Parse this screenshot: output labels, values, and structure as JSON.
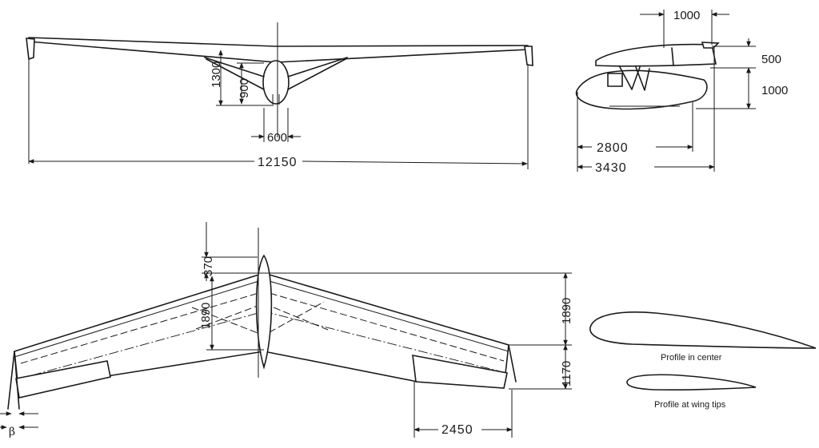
{
  "dimensions": {
    "span": "12150",
    "fin_height": "1300",
    "body_height": "900",
    "body_width": "600",
    "cockpit_length": "1000",
    "cockpit_height": "500",
    "body_side_height": "1000",
    "fuselage_length": "2800",
    "overall_length": "3430",
    "nose_offset": "370",
    "sweep_back": "1890",
    "sweep_back_right": "1890",
    "tip_chord": "1170",
    "elevon_span": "2450"
  },
  "labels": {
    "profile_center": "Profile in center",
    "profile_tips": "Profile at wing tips",
    "beta": "β"
  }
}
